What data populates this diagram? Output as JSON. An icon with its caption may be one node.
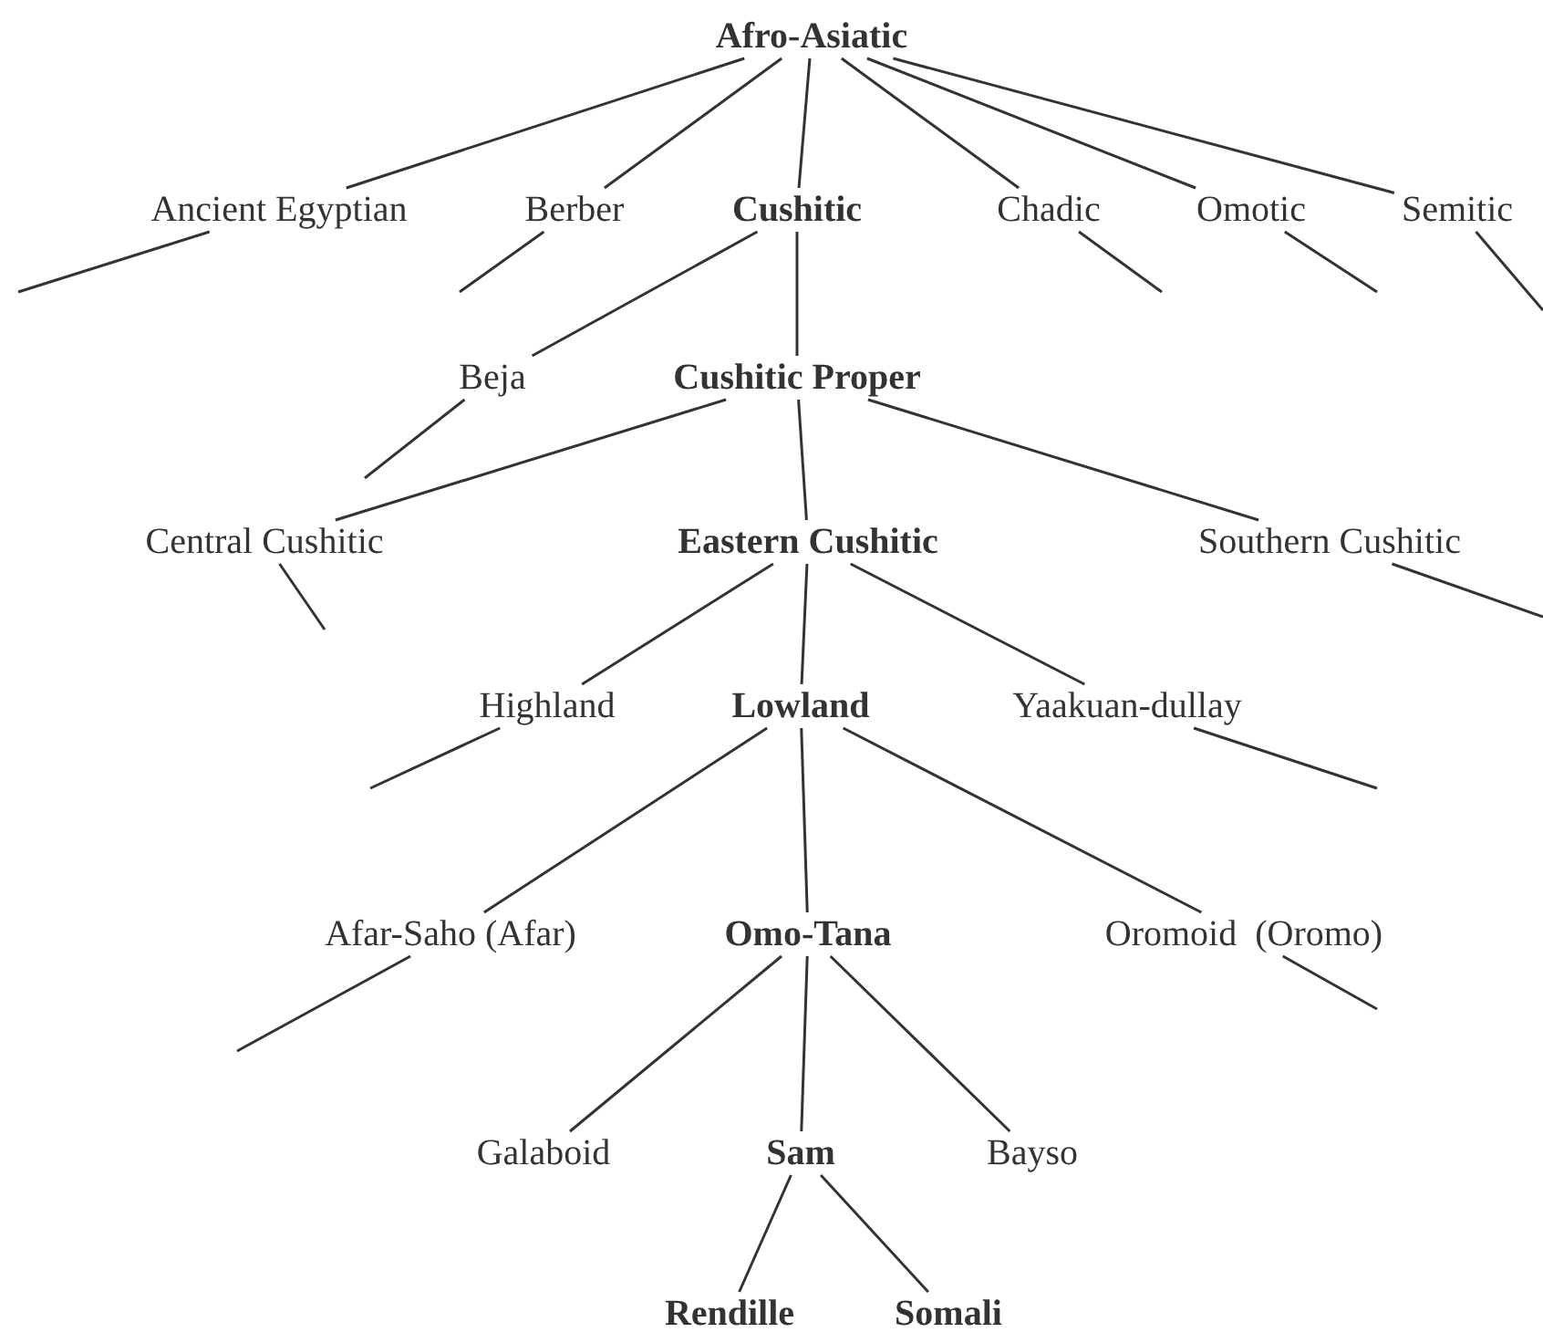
{
  "diagram": {
    "nodes": [
      {
        "text": [
          "Afro-Asiatic"
        ]
      },
      {
        "text": [
          "Ancient Egyptian"
        ]
      },
      {
        "text": [
          "Berber"
        ]
      },
      {
        "text": [
          "Cushitic"
        ]
      },
      {
        "text": [
          "Chadic"
        ]
      },
      {
        "text": [
          "Omotic"
        ]
      },
      {
        "text": [
          "Semitic"
        ]
      },
      {
        "text": [
          "Beja"
        ]
      },
      {
        "text": [
          "Cushitic Proper"
        ]
      },
      {
        "text": [
          "Central Cushitic"
        ]
      },
      {
        "text": [
          "Eastern Cushitic"
        ]
      },
      {
        "text": [
          "Southern Cushitic"
        ]
      },
      {
        "text": [
          "Highland"
        ]
      },
      {
        "text": [
          "Lowland"
        ]
      },
      {
        "text": [
          "Yaakuan-dullay"
        ]
      },
      {
        "text": [
          "Afar-Saho (Afar)"
        ]
      },
      {
        "text": [
          "Omo-Tana"
        ]
      },
      {
        "text": [
          "Oromoid  (Oromo)"
        ]
      },
      {
        "text": [
          "Galaboid"
        ]
      },
      {
        "text": [
          "Sam"
        ]
      },
      {
        "text": [
          "Bayso"
        ]
      },
      {
        "text": [
          "Rendille"
        ]
      },
      {
        "text": [
          "Somali"
        ]
      }
    ],
    "edges": [
      {
        "from": 0,
        "to": 1,
        "arrow": "none"
      },
      {
        "from": 0,
        "to": 2,
        "arrow": "none"
      },
      {
        "from": 0,
        "to": 3,
        "arrow": "none"
      },
      {
        "from": 0,
        "to": 4,
        "arrow": "none"
      },
      {
        "from": 0,
        "to": 5,
        "arrow": "none"
      },
      {
        "from": 0,
        "to": 6,
        "arrow": "none"
      },
      {
        "from": 1,
        "to": null,
        "arrow": "none"
      },
      {
        "from": 2,
        "to": null,
        "arrow": "none"
      },
      {
        "from": 4,
        "to": null,
        "arrow": "none"
      },
      {
        "from": 5,
        "to": null,
        "arrow": "none"
      },
      {
        "from": 6,
        "to": null,
        "arrow": "none"
      },
      {
        "from": 3,
        "to": 7,
        "arrow": "none"
      },
      {
        "from": 3,
        "to": 8,
        "arrow": "none"
      },
      {
        "from": 7,
        "to": null,
        "arrow": "none"
      },
      {
        "from": 8,
        "to": 9,
        "arrow": "none"
      },
      {
        "from": 8,
        "to": 10,
        "arrow": "none"
      },
      {
        "from": 8,
        "to": 11,
        "arrow": "none"
      },
      {
        "from": 9,
        "to": null,
        "arrow": "none"
      },
      {
        "from": 11,
        "to": null,
        "arrow": "none"
      },
      {
        "from": 10,
        "to": 12,
        "arrow": "none"
      },
      {
        "from": 10,
        "to": 13,
        "arrow": "none"
      },
      {
        "from": 10,
        "to": 14,
        "arrow": "none"
      },
      {
        "from": 12,
        "to": null,
        "arrow": "none"
      },
      {
        "from": 14,
        "to": null,
        "arrow": "none"
      },
      {
        "from": 13,
        "to": 15,
        "arrow": "none"
      },
      {
        "from": 13,
        "to": 16,
        "arrow": "none"
      },
      {
        "from": 13,
        "to": 17,
        "arrow": "none"
      },
      {
        "from": 15,
        "to": null,
        "arrow": "none"
      },
      {
        "from": 17,
        "to": null,
        "arrow": "none"
      },
      {
        "from": 16,
        "to": 18,
        "arrow": "none"
      },
      {
        "from": 16,
        "to": 19,
        "arrow": "none"
      },
      {
        "from": 16,
        "to": 20,
        "arrow": "none"
      },
      {
        "from": 19,
        "to": 21,
        "arrow": "none"
      },
      {
        "from": 19,
        "to": 22,
        "arrow": "none"
      }
    ]
  }
}
